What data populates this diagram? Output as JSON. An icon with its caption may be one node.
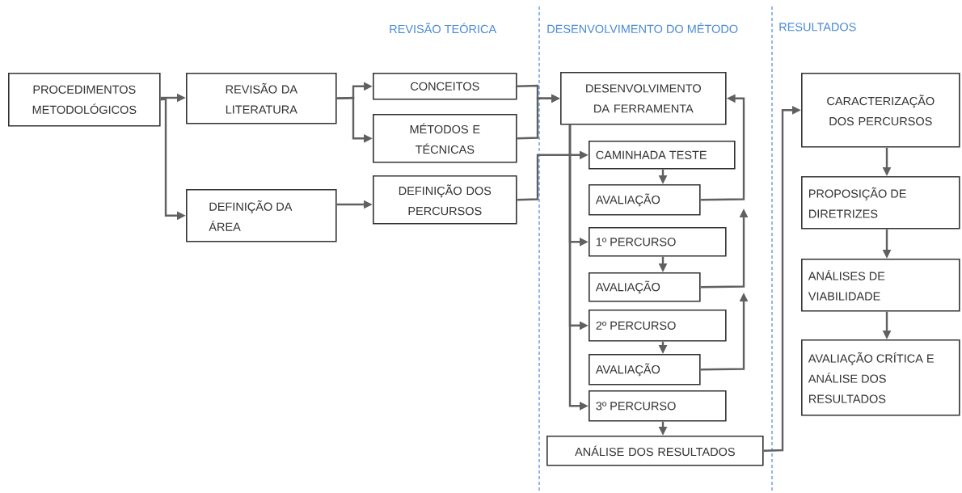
{
  "diagram": {
    "nodes": [
      {
        "text": [
          "PROCEDIMENTOS METODOLÓGICOS"
        ]
      },
      {
        "text": [
          "REVISÃO DA LITERATURA"
        ]
      },
      {
        "text": [
          "DEFINIÇÃO DA ÁREA"
        ]
      },
      {
        "text": [
          "CONCEITOS"
        ]
      },
      {
        "text": [
          "MÉTODOS E TÉCNICAS"
        ]
      },
      {
        "text": [
          "DEFINIÇÃO DOS PERCURSOS"
        ]
      },
      {
        "text": [
          "DESENVOLVIMENTO DA FERRAMENTA"
        ]
      },
      {
        "text": [
          "CAMINHADA TESTE"
        ]
      },
      {
        "text": [
          "AVALIAÇÃO"
        ]
      },
      {
        "text": [
          "1º PERCURSO"
        ]
      },
      {
        "text": [
          "AVALIAÇÃO"
        ]
      },
      {
        "text": [
          "2º PERCURSO"
        ]
      },
      {
        "text": [
          "AVALIAÇÃO"
        ]
      },
      {
        "text": [
          "3º PERCURSO"
        ]
      },
      {
        "text": [
          "ANÁLISE DOS RESULTADOS"
        ]
      },
      {
        "text": [
          "CARACTERIZAÇÃO DOS PERCURSOS"
        ]
      },
      {
        "text": [
          "PROPOSIÇÃO DE DIRETRIZES"
        ]
      },
      {
        "text": [
          "ANÁLISES DE VIABILIDADE"
        ]
      },
      {
        "text": [
          "AVALIAÇÃO CRÍTICA E ANÁLISE DOS RESULTADOS"
        ]
      }
    ],
    "edges": [
      {
        "from": 0,
        "to": 1,
        "arrow": "to"
      },
      {
        "from": 0,
        "to": 2,
        "arrow": "to"
      },
      {
        "from": 1,
        "to": 3,
        "arrow": "to"
      },
      {
        "from": 1,
        "to": 4,
        "arrow": "to"
      },
      {
        "from": 2,
        "to": 5,
        "arrow": "to"
      },
      {
        "from": 3,
        "to": 6,
        "arrow": "to"
      },
      {
        "from": 4,
        "to": 6,
        "arrow": "to"
      },
      {
        "from": 5,
        "to": 7,
        "arrow": "to"
      },
      {
        "from": 6,
        "to": 9,
        "arrow": "to"
      },
      {
        "from": 6,
        "to": 11,
        "arrow": "to"
      },
      {
        "from": 6,
        "to": 13,
        "arrow": "to"
      },
      {
        "from": 7,
        "to": 8,
        "arrow": "to"
      },
      {
        "from": 8,
        "to": 6,
        "arrow": "to"
      },
      {
        "from": 9,
        "to": 10,
        "arrow": "to"
      },
      {
        "from": 10,
        "to": null,
        "arrow": "to"
      },
      {
        "from": 11,
        "to": 12,
        "arrow": "to"
      },
      {
        "from": 12,
        "to": null,
        "arrow": "to"
      },
      {
        "from": 13,
        "to": 14,
        "arrow": "to"
      },
      {
        "from": 14,
        "to": 15,
        "arrow": "to"
      },
      {
        "from": 15,
        "to": 16,
        "arrow": "to"
      },
      {
        "from": 16,
        "to": 17,
        "arrow": "to"
      },
      {
        "from": 17,
        "to": 18,
        "arrow": "to"
      }
    ],
    "labels": [
      "REVISÃO TEÓRICA",
      "DESENVOLVIMENTO DO MÉTODO",
      "RESULTADOS"
    ]
  }
}
